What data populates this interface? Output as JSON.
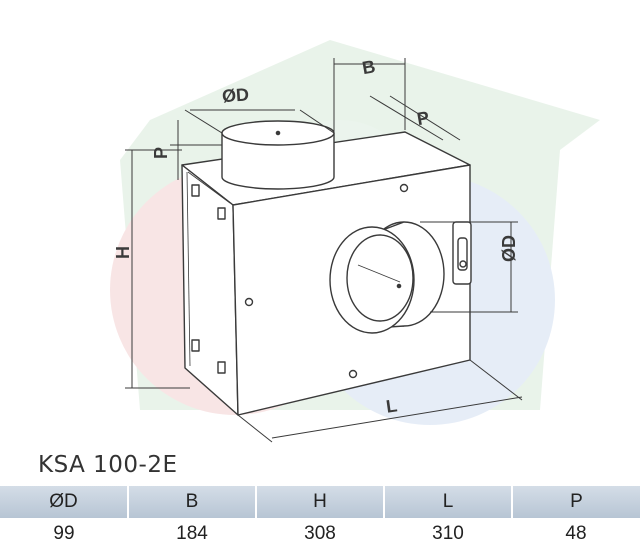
{
  "diagram": {
    "label_d_top": "ØD",
    "label_b": "B",
    "label_p_top": "P",
    "label_p_left": "P",
    "label_h": "H",
    "label_d_side": "ØD",
    "label_l": "L"
  },
  "model": "KSA 100-2E",
  "table": {
    "headers": [
      "ØD",
      "B",
      "H",
      "L",
      "P"
    ],
    "values": [
      "99",
      "184",
      "308",
      "310",
      "48"
    ]
  },
  "colors": {
    "header_bg": "#c3cfdb",
    "line": "#3a3a3a",
    "watermark_green": "#e3f0e5",
    "watermark_red": "#f7e2e2",
    "watermark_blue": "#e2ebf6"
  }
}
